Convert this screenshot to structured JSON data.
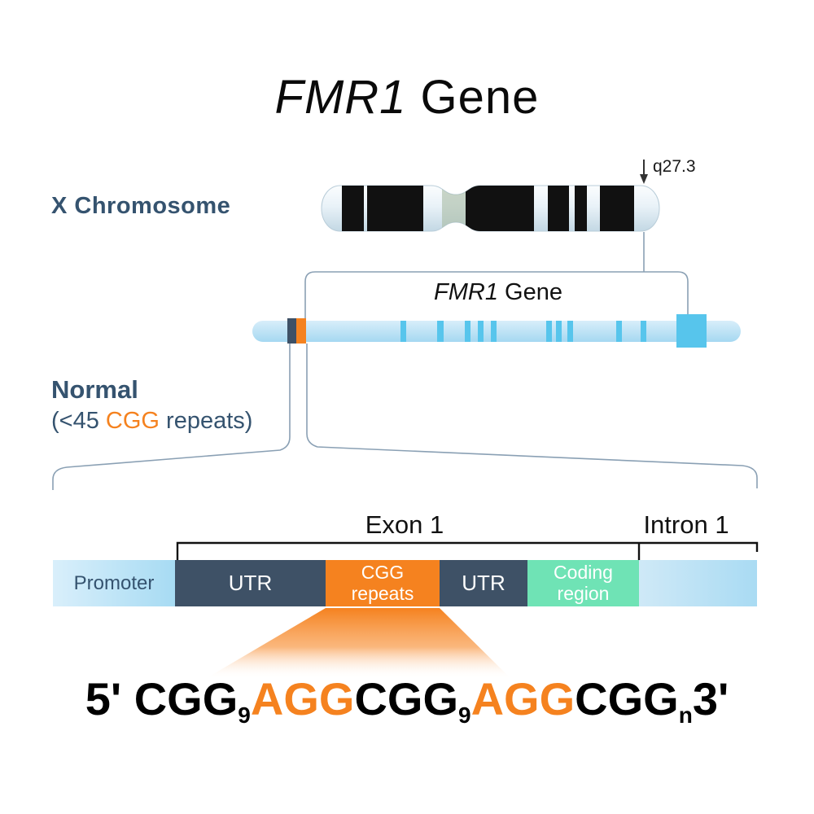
{
  "title": {
    "gene_italic": "FMR1",
    "suffix": " Gene"
  },
  "chromosome": {
    "label": "X Chromosome",
    "band_label": "q27.3"
  },
  "gene": {
    "name_italic": "FMR1",
    "suffix": " Gene"
  },
  "normal_annotation": {
    "heading": "Normal",
    "detail_pre": "(<45 ",
    "detail_highlight": "CGG",
    "detail_post": " repeats)"
  },
  "region_labels": {
    "exon1": "Exon 1",
    "intron1": "Intron 1"
  },
  "segments": [
    {
      "label": "Promoter"
    },
    {
      "label": "UTR"
    },
    {
      "label": "CGG repeats"
    },
    {
      "label": "UTR"
    },
    {
      "label": "Coding region"
    },
    {
      "label": ""
    }
  ],
  "sequence": {
    "p0": "5' CGG",
    "s0": "9",
    "p1": "AGG",
    "p2": "CGG",
    "s1": "9",
    "p3": "AGG",
    "p4": "CGG",
    "s2": "n",
    "p5": "3'"
  },
  "colors": {
    "navy": "#35536f",
    "dark-box": "#3e5166",
    "orange": "#f5821f",
    "gene-bar": "#b9e2f5",
    "exon-blue": "#57c5ec",
    "coding-teal": "#6fe3b5",
    "promoter-light": "#d9effb",
    "promoter-deep": "#a7dbf3"
  }
}
